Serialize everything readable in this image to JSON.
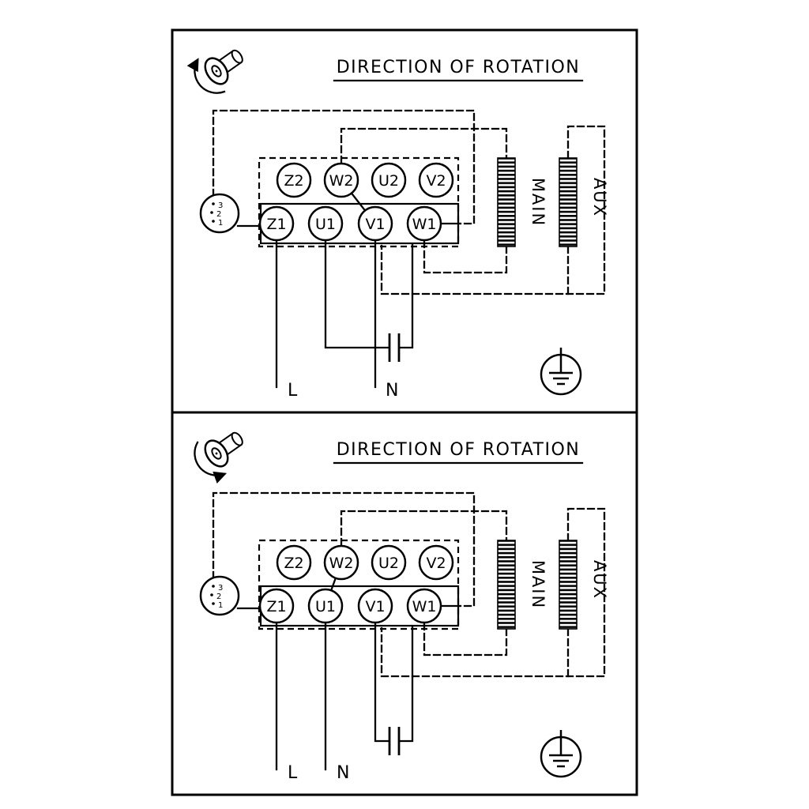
{
  "diagram_type": "single-phase-motor-wiring-diagram",
  "colors": {
    "background": "#ffffff",
    "line": "#000000"
  },
  "panels": [
    {
      "title": "DIRECTION OF ROTATION",
      "terminals_top": [
        "Z2",
        "W2",
        "U2",
        "V2"
      ],
      "terminals_bottom": [
        "Z1",
        "U1",
        "V1",
        "W1"
      ],
      "main_winding_label": "MAIN",
      "aux_winding_label": "AUX",
      "switch_positions": [
        "3",
        "2",
        "1"
      ],
      "live_label": "L",
      "neutral_label": "N",
      "rotation_arrow": "counterclockwise",
      "bridge_link": "W2-V1"
    },
    {
      "title": "DIRECTION OF ROTATION",
      "terminals_top": [
        "Z2",
        "W2",
        "U2",
        "V2"
      ],
      "terminals_bottom": [
        "Z1",
        "U1",
        "V1",
        "W1"
      ],
      "main_winding_label": "MAIN",
      "aux_winding_label": "AUX",
      "switch_positions": [
        "3",
        "2",
        "1"
      ],
      "live_label": "L",
      "neutral_label": "N",
      "rotation_arrow": "clockwise",
      "bridge_link": "W2-U1"
    }
  ]
}
